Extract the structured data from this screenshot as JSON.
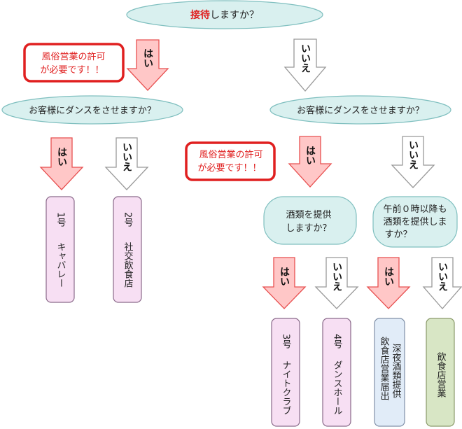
{
  "colors": {
    "question_fill": "#d9f0ef",
    "question_stroke": "#7fbfbf",
    "yes_arrow_fill": "#ffc7c7",
    "yes_arrow_stroke": "#e85050",
    "no_arrow_fill": "#ffffff",
    "no_arrow_stroke": "#999999",
    "permit_stroke": "#e02020",
    "permit_text": "#e02020",
    "emphasis_text": "#e02020",
    "pink_fill": "#f7dff3",
    "pink_stroke": "#8a6a8a",
    "blue_fill": "#e1ecf8",
    "blue_stroke": "#8090a8",
    "green_fill": "#d8e6c5",
    "green_stroke": "#8a9a6a"
  },
  "q_top": {
    "emphasis": "接待",
    "rest": "しますか？"
  },
  "q_dance_left": "お客様にダンスをさせますか？",
  "q_dance_right": "お客様にダンスをさせますか？",
  "q_alcohol": [
    "酒類を提供",
    "しますか？"
  ],
  "q_midnight": [
    "午前０時以降も",
    "酒類を提供しま",
    "すか？"
  ],
  "permit_left": [
    "風俗営業の許可",
    "が必要です！！"
  ],
  "permit_right": [
    "風俗営業の許可",
    "が必要です！！"
  ],
  "labels": {
    "yes": "はい",
    "no": "いいえ"
  },
  "results": {
    "r1": {
      "num": "1号",
      "name": "キャバレー"
    },
    "r2": {
      "num": "2号",
      "name": "社交飲食店"
    },
    "r3": {
      "num": "3号",
      "name": "ナイトクラブ"
    },
    "r4": {
      "num": "4号",
      "name": "ダンスホール"
    },
    "r5": {
      "col1": "深夜酒類提供",
      "col2": "飲食店営業届出"
    },
    "r6": {
      "name": "飲食店営業"
    }
  }
}
